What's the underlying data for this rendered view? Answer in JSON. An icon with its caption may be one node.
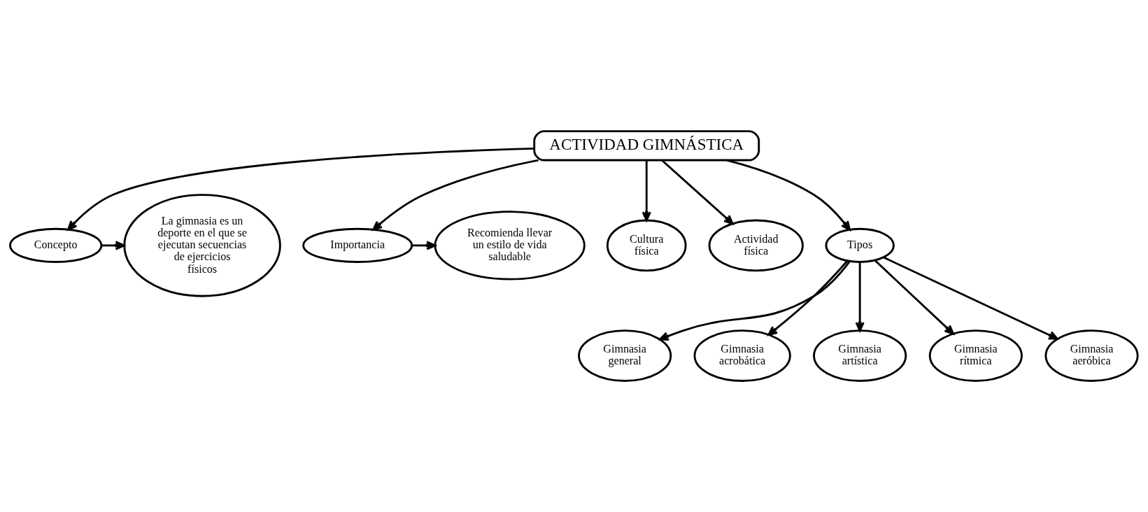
{
  "diagram": {
    "nodes": [
      {
        "text": [
          "ACTIVIDAD GIMNÁSTICA"
        ]
      },
      {
        "text": [
          "Concepto"
        ]
      },
      {
        "text": [
          "La gimnasia es un deporte en el que se ejecutan secuencias de ejercicios físicos"
        ]
      },
      {
        "text": [
          "Importancia"
        ]
      },
      {
        "text": [
          "Recomienda llevar un estilo de vida saludable"
        ]
      },
      {
        "text": [
          "Cultura física"
        ]
      },
      {
        "text": [
          "Actividad física"
        ]
      },
      {
        "text": [
          "Tipos"
        ]
      },
      {
        "text": [
          "Gimnasia general"
        ]
      },
      {
        "text": [
          "Gimnasia acrobática"
        ]
      },
      {
        "text": [
          "Gimnasia artística"
        ]
      },
      {
        "text": [
          "Gimnasia rítmica"
        ]
      },
      {
        "text": [
          "Gimnasia aeróbica"
        ]
      }
    ],
    "edges": [
      {
        "from": 0,
        "to": 1,
        "arrow": "to"
      },
      {
        "from": 1,
        "to": 2,
        "arrow": "to"
      },
      {
        "from": 0,
        "to": 3,
        "arrow": "to"
      },
      {
        "from": 3,
        "to": 4,
        "arrow": "to"
      },
      {
        "from": 0,
        "to": 5,
        "arrow": "to"
      },
      {
        "from": 0,
        "to": 6,
        "arrow": "to"
      },
      {
        "from": 0,
        "to": 7,
        "arrow": "to"
      },
      {
        "from": 7,
        "to": 8,
        "arrow": "to"
      },
      {
        "from": 7,
        "to": 9,
        "arrow": "to"
      },
      {
        "from": 7,
        "to": 10,
        "arrow": "to"
      },
      {
        "from": 7,
        "to": 11,
        "arrow": "to"
      },
      {
        "from": 7,
        "to": 12,
        "arrow": "to"
      }
    ]
  }
}
